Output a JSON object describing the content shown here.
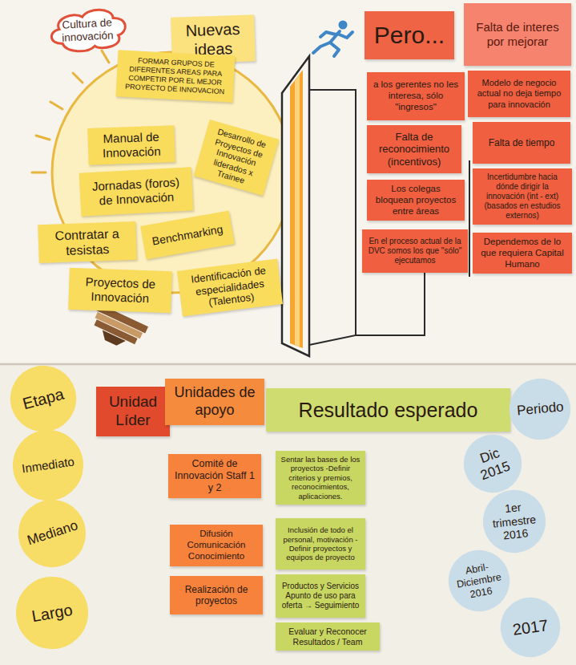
{
  "diagram": {
    "nodes": [
      {
        "text": [
          "Cultura de innovación"
        ]
      },
      {
        "text": [
          "Nuevas ideas"
        ]
      },
      {
        "text": [
          "FORMAR GRUPOS DE DIFERENTES AREAS PARA COMPETIR POR EL MEJOR PROYECTO DE INNOVACION"
        ]
      },
      {
        "text": [
          "Manual de Innovación"
        ]
      },
      {
        "text": [
          "Desarrollo de Proyectos de Innovación liderados x Trainee"
        ]
      },
      {
        "text": [
          "Jornadas (foros) de Innovación"
        ]
      },
      {
        "text": [
          "Contratar a tesistas"
        ]
      },
      {
        "text": [
          "Benchmarking"
        ]
      },
      {
        "text": [
          "Proyectos de Innovación"
        ]
      },
      {
        "text": [
          "Identificación de especialidades (Talentos)"
        ]
      },
      {
        "text": [
          "Pero..."
        ]
      },
      {
        "text": [
          "Falta de interes por mejorar"
        ]
      },
      {
        "text": [
          "a los gerentes no les interesa, sólo \"ingresos\""
        ]
      },
      {
        "text": [
          "Modelo de negocio actual no deja tiempo para innovación"
        ]
      },
      {
        "text": [
          "Falta de reconocimiento (incentivos)"
        ]
      },
      {
        "text": [
          "Falta de tiempo"
        ]
      },
      {
        "text": [
          "Los colegas bloquean proyectos entre áreas"
        ]
      },
      {
        "text": [
          "Incertidumbre hacia dónde dirigir la innovación (int - ext) (basados en estudios externos)"
        ]
      },
      {
        "text": [
          "En el proceso actual de la DVC somos los que \"sólo\" ejecutamos"
        ]
      },
      {
        "text": [
          "Dependemos de lo que requiera Capital Humano"
        ]
      },
      {
        "text": [
          "Etapa"
        ]
      },
      {
        "text": [
          "Unidad Líder"
        ]
      },
      {
        "text": [
          "Unidades de apoyo"
        ]
      },
      {
        "text": [
          "Resultado esperado"
        ]
      },
      {
        "text": [
          "Periodo"
        ]
      },
      {
        "text": [
          "Inmediato"
        ]
      },
      {
        "text": [
          "Comité de Innovación Staff 1 y 2"
        ]
      },
      {
        "text": [
          "Sentar las bases de los proyectos -Definir criterios y premios, reconocimientos, aplicaciones."
        ]
      },
      {
        "text": [
          "Dic 2015"
        ]
      },
      {
        "text": [
          "Mediano"
        ]
      },
      {
        "text": [
          "Difusión Comunicación Conocimiento"
        ]
      },
      {
        "text": [
          "Inclusión de todo el personal, motivación -Definir proyectos y equipos de proyecto"
        ]
      },
      {
        "text": [
          "1er trimestre 2016"
        ]
      },
      {
        "text": [
          "Realización de proyectos"
        ]
      },
      {
        "text": [
          "Productos y Servicios Apunto de uso para oferta → Seguimiento"
        ]
      },
      {
        "text": [
          "Abril-Diciembre 2016"
        ]
      },
      {
        "text": [
          "Largo"
        ]
      },
      {
        "text": [
          "Evaluar y Reconocer Resultados / Team"
        ]
      },
      {
        "text": [
          "2017"
        ]
      }
    ]
  }
}
